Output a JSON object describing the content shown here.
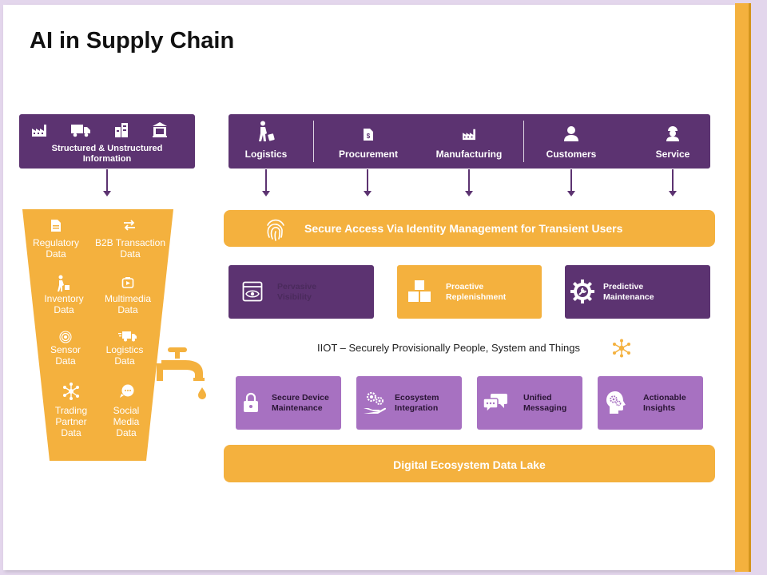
{
  "title": "AI in Supply Chain",
  "colors": {
    "purple": "#5c3371",
    "gold": "#f4b13e",
    "lilac": "#a771c1",
    "background": "#ffffff"
  },
  "sources_box": {
    "label": "Structured & Unstructured Information",
    "icons": [
      "factory-icon",
      "truck-icon",
      "buildings-icon",
      "bank-icon"
    ]
  },
  "categories": [
    {
      "label": "Logistics",
      "icon": "person-with-luggage-icon"
    },
    {
      "label": "Procurement",
      "icon": "document-dollar-icon"
    },
    {
      "label": "Manufacturing",
      "icon": "factory-icon"
    },
    {
      "label": "Customers",
      "icon": "customer-icon"
    },
    {
      "label": "Service",
      "icon": "service-worker-icon"
    }
  ],
  "funnel": {
    "items": [
      {
        "label": "Regulatory\nData",
        "icon": "document-icon"
      },
      {
        "label": "B2B Transaction\nData",
        "icon": "exchange-arrows-icon"
      },
      {
        "label": "Inventory\nData",
        "icon": "person-cart-icon"
      },
      {
        "label": "Multimedia\nData",
        "icon": "multimedia-icon"
      },
      {
        "label": "Sensor\nData",
        "icon": "sensor-icon"
      },
      {
        "label": "Logistics\nData",
        "icon": "delivery-truck-icon"
      },
      {
        "label": "Trading\nPartner\nData",
        "icon": "network-icon"
      },
      {
        "label": "Social\nMedia\nData",
        "icon": "chat-bubble-icon"
      }
    ],
    "tap_icon": "faucet-icon"
  },
  "secure_access": {
    "label": "Secure Access Via Identity Management for Transient Users",
    "icon": "fingerprint-icon"
  },
  "capabilities": [
    {
      "label": "Pervasive\nVisibility",
      "icon": "browser-eye-icon"
    },
    {
      "label": "Proactive\nReplenishment",
      "icon": "boxes-icon"
    },
    {
      "label": "Predictive\nMaintenance",
      "icon": "gear-wrench-icon"
    }
  ],
  "iiot": {
    "label": "IIOT – Securely Provisionally People, System and Things",
    "icon": "hub-network-icon"
  },
  "services": [
    {
      "label": "Secure Device\nMaintenance",
      "icon": "lock-icon"
    },
    {
      "label": "Ecosystem\nIntegration",
      "icon": "hand-gears-icon"
    },
    {
      "label": "Unified\nMessaging",
      "icon": "chat-bubbles-icon"
    },
    {
      "label": "Actionable\nInsights",
      "icon": "head-gears-icon"
    }
  ],
  "data_lake": {
    "label": "Digital Ecosystem Data Lake"
  }
}
